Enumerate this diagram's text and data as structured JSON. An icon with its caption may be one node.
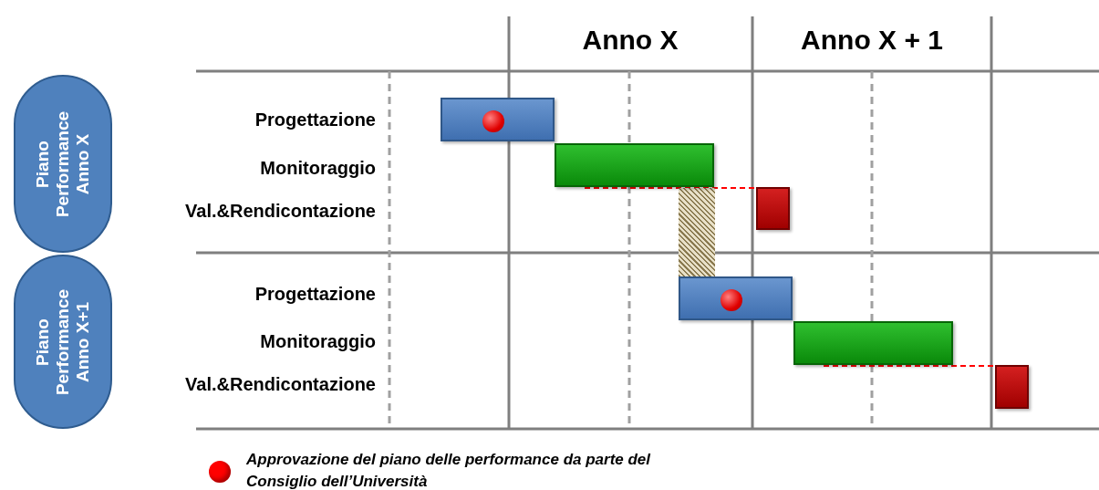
{
  "diagram": {
    "nodes": [
      {
        "text": [
          "Piano Performance Anno X"
        ]
      },
      {
        "text": [
          "Piano Performance Anno X+1"
        ]
      },
      {
        "text": [],
        "shape": "bar"
      },
      {
        "text": [],
        "shape": "bar"
      },
      {
        "text": [],
        "shape": "bar"
      },
      {
        "text": [],
        "shape": "box"
      },
      {
        "text": [],
        "shape": "bar"
      },
      {
        "text": [],
        "shape": "bar"
      },
      {
        "text": [],
        "shape": "bar"
      }
    ],
    "edges": [
      {
        "from": 3,
        "to": 4,
        "arrow": "none",
        "style": "dashed"
      },
      {
        "from": 7,
        "to": 8,
        "arrow": "none",
        "style": "dashed"
      }
    ],
    "labels": [
      "Anno X",
      "Anno X + 1",
      "Progettazione",
      "Monitoraggio",
      "Val.&Rendicontazione",
      "Progettazione",
      "Monitoraggio",
      "Val.&Rendicontazione"
    ],
    "legend": [
      {
        "text": "Approvazione del piano delle performance da parte del Consiglio  dell’Università",
        "color": "#ff0000"
      }
    ]
  }
}
